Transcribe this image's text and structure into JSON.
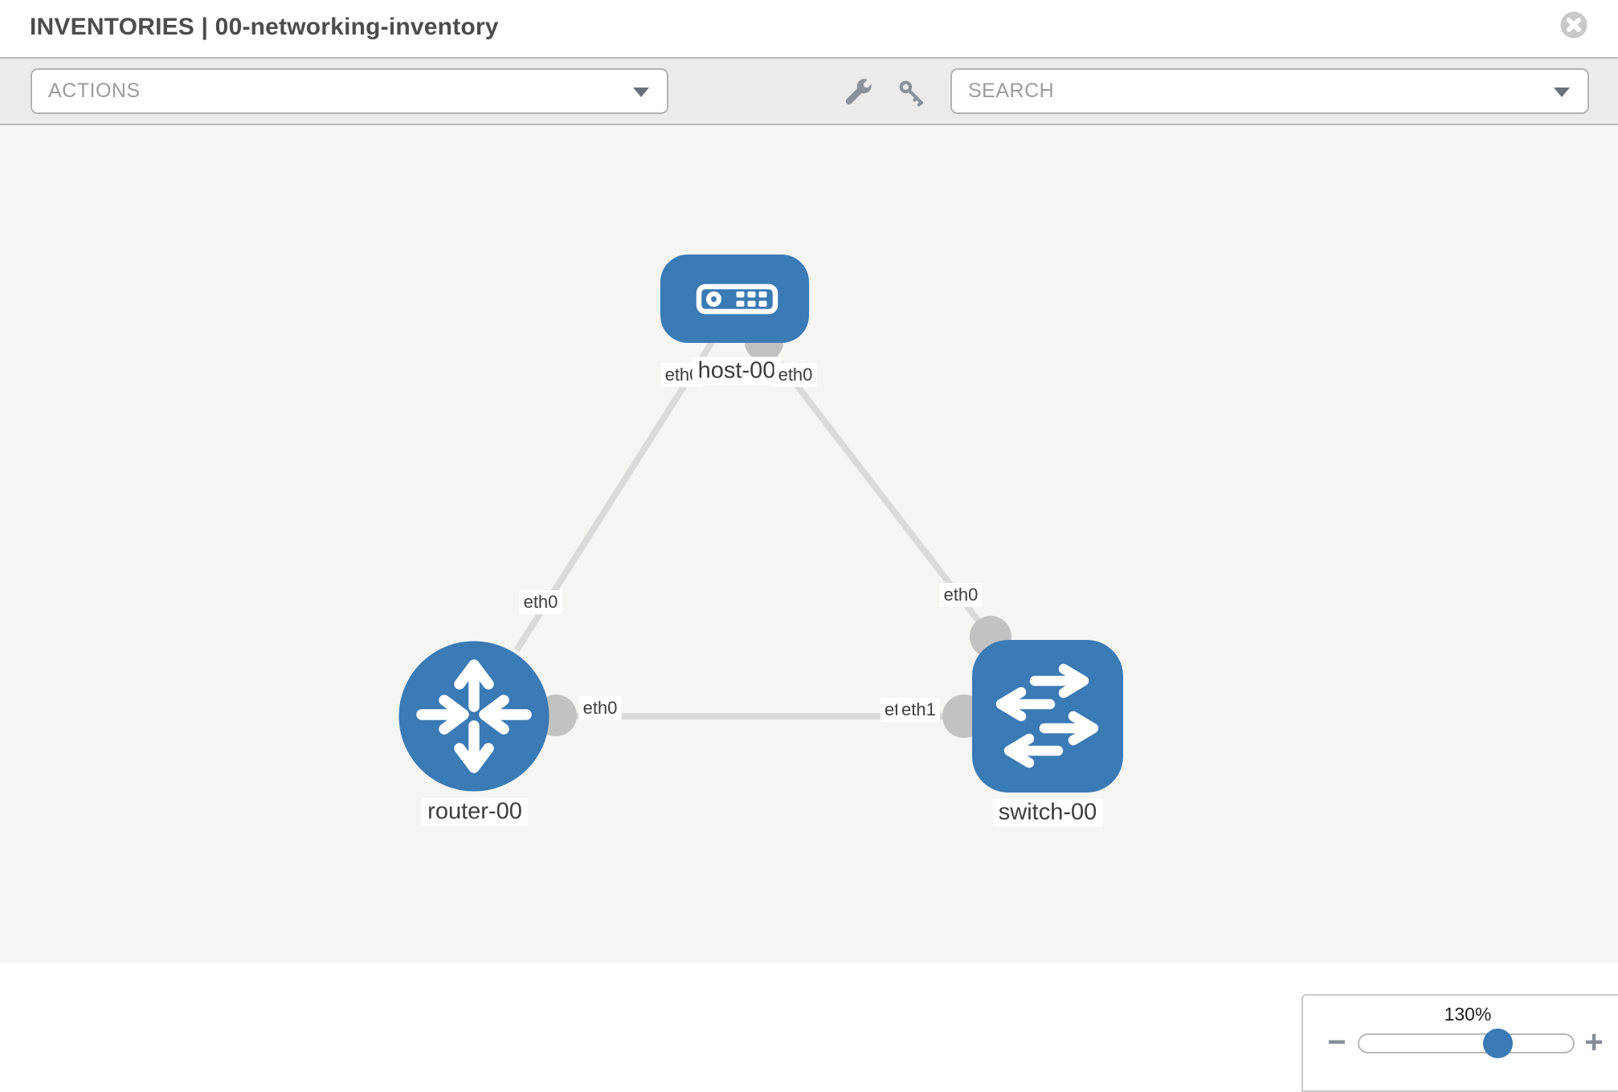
{
  "header": {
    "title": "INVENTORIES | 00-networking-inventory"
  },
  "toolbar": {
    "actions_label": "ACTIONS",
    "search_label": "SEARCH",
    "icons": [
      "wrench-icon",
      "key-icon"
    ]
  },
  "topology": {
    "nodes": [
      {
        "label": "host-00",
        "type": "host"
      },
      {
        "label": "router-00",
        "type": "router"
      },
      {
        "label": "switch-00",
        "type": "switch"
      }
    ],
    "links": [
      {
        "from": "host-00",
        "to": "router-00",
        "from_iface": "eth0",
        "to_iface": "eth0"
      },
      {
        "from": "host-00",
        "to": "switch-00",
        "from_iface": "eth0",
        "to_iface": "eth0"
      },
      {
        "from": "router-00",
        "to": "switch-00",
        "from_iface": "eth0",
        "to_iface": "eth1",
        "to_iface_overlapped": "eth0"
      }
    ]
  },
  "zoom_control": {
    "level": "130%",
    "minus_label": "−",
    "plus_label": "+"
  },
  "colors": {
    "node_fill": "#3a7ab5",
    "link": "#dadada",
    "connector": "#c2c2c2",
    "canvas_bg": "#f5f5f4",
    "toolbar_bg": "#ebebeb",
    "thumb_blue": "#3a7ab5"
  }
}
